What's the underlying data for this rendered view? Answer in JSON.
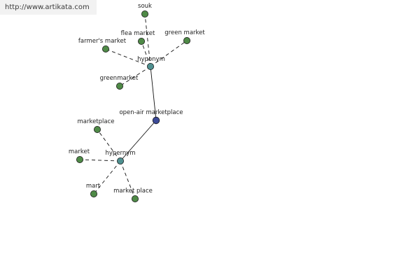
{
  "watermark": "http://www.artikata.com",
  "colors": {
    "leaf": "#4f8a47",
    "hub": "#4f9090",
    "center": "#3c4a98",
    "edge": "#111111"
  },
  "center": {
    "label": "open-air marketplace"
  },
  "hubs": [
    {
      "id": "hyponym",
      "label": "hyponym"
    },
    {
      "id": "hypernym",
      "label": "hypernym"
    }
  ],
  "leaves": [
    {
      "label": "souk",
      "hub": "hyponym"
    },
    {
      "label": "flea market",
      "hub": "hyponym"
    },
    {
      "label": "green market",
      "hub": "hyponym"
    },
    {
      "label": "farmer's market",
      "hub": "hyponym"
    },
    {
      "label": "greenmarket",
      "hub": "hyponym"
    },
    {
      "label": "marketplace",
      "hub": "hypernym"
    },
    {
      "label": "market",
      "hub": "hypernym"
    },
    {
      "label": "mart",
      "hub": "hypernym"
    },
    {
      "label": "market place",
      "hub": "hypernym"
    }
  ]
}
